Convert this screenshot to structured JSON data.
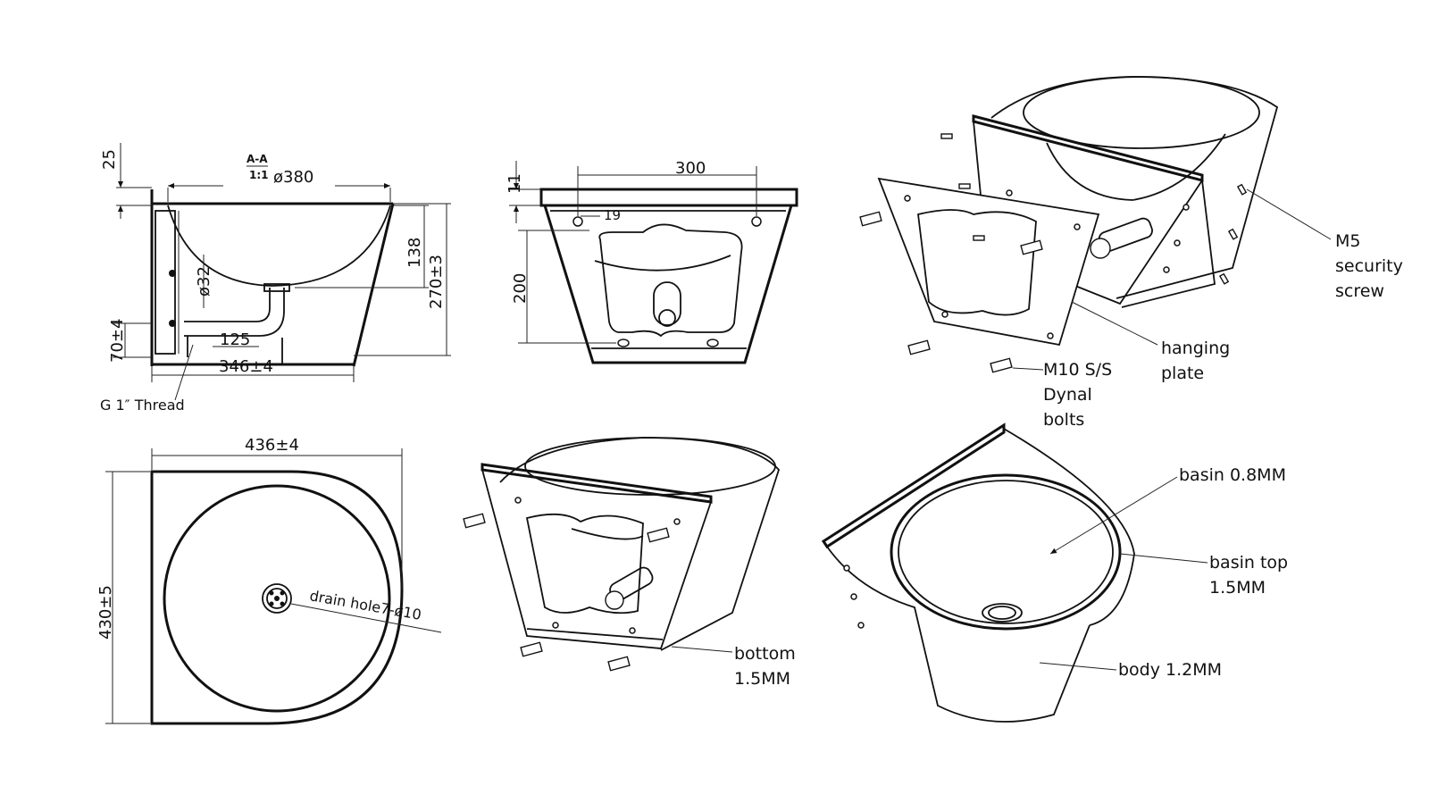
{
  "section_view": {
    "section_label": "A-A",
    "scale_label": "1:1",
    "dim_top_offset": "25",
    "dim_diameter": "ø380",
    "dim_depth": "138",
    "dim_height": "270±3",
    "dim_pipe": "ø32",
    "dim_bottom_offset": "70±4",
    "dim_pipe_length": "125",
    "dim_width": "346±4",
    "thread_note": "G 1″ Thread"
  },
  "back_view": {
    "dim_top": "11",
    "dim_hole_spacing": "300",
    "dim_hole_inset": "19",
    "dim_height": "200"
  },
  "top_view": {
    "dim_width": "436±4",
    "dim_depth": "430±5",
    "drain_note": "drain hole7-ø10"
  },
  "exploded_view": {
    "screw_note": [
      "M5",
      "security",
      "screw"
    ],
    "plate_note": [
      "hanging",
      "plate"
    ],
    "bolt_note": [
      "M10 S/S",
      "Dynal",
      "bolts"
    ]
  },
  "rear_iso_view": {
    "bottom_note": [
      "bottom",
      "1.5MM"
    ]
  },
  "front_iso_view": {
    "basin_note": "basin 0.8MM",
    "basin_top_note": [
      "basin top",
      "1.5MM"
    ],
    "body_note": "body 1.2MM"
  }
}
